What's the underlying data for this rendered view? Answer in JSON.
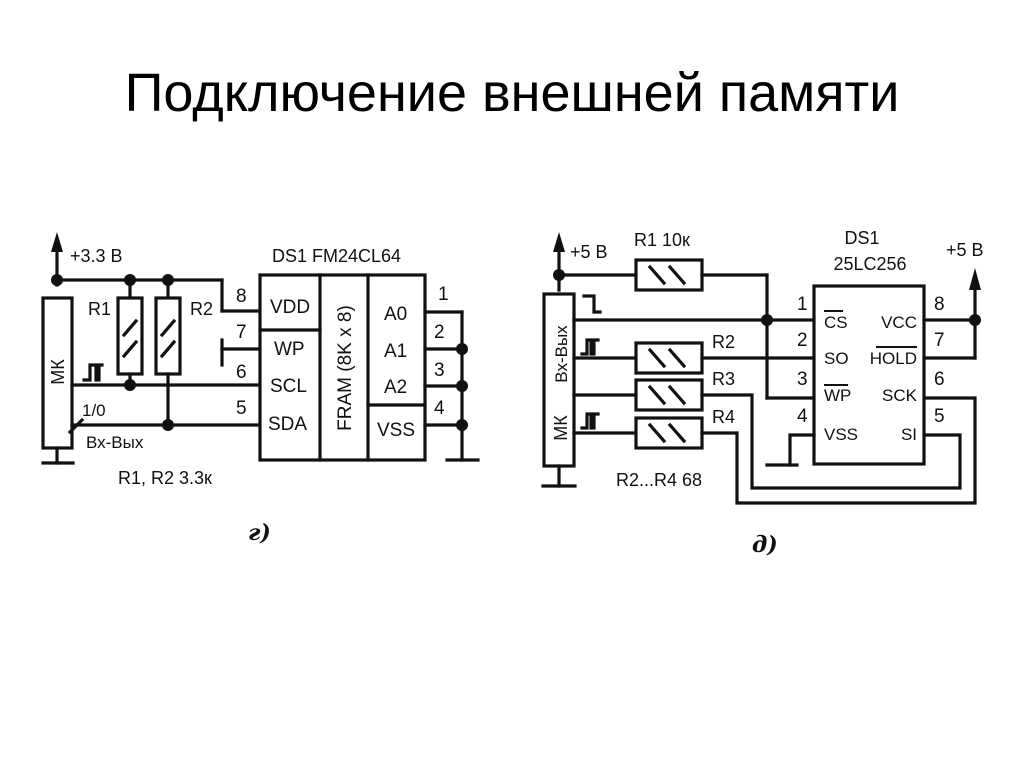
{
  "title": "Подключение внешней памяти",
  "diagrams": [
    {
      "caption": "г)",
      "supply": "+3.3 В",
      "mcu_label": "МК",
      "io_label": "Вх-Вых",
      "io_state": "1/0",
      "resistors": [
        "R1",
        "R2"
      ],
      "resistor_note": "R1, R2 3.3к",
      "chip": {
        "name": "DS1 FM24CL64",
        "type_label": "FRAM (8K x 8)",
        "left_pins": [
          {
            "num": "8",
            "name": "VDD"
          },
          {
            "num": "7",
            "name": "WP"
          },
          {
            "num": "6",
            "name": "SCL"
          },
          {
            "num": "5",
            "name": "SDA"
          }
        ],
        "right_pins": [
          {
            "num": "1",
            "name": "A0"
          },
          {
            "num": "2",
            "name": "A1"
          },
          {
            "num": "3",
            "name": "A2"
          },
          {
            "num": "4",
            "name": "VSS"
          }
        ]
      }
    },
    {
      "caption": "д)",
      "supply_left": "+5 В",
      "supply_right": "+5 В",
      "mcu_label": "МК",
      "io_label": "Вх-Вых",
      "resistors": [
        "R1 10к",
        "R2",
        "R3",
        "R4"
      ],
      "resistor_note": "R2...R4 68",
      "chip": {
        "name": "DS1",
        "part": "25LC256",
        "left_pins": [
          {
            "num": "1",
            "name": "CS"
          },
          {
            "num": "2",
            "name": "SO"
          },
          {
            "num": "3",
            "name": "WP"
          },
          {
            "num": "4",
            "name": "VSS"
          }
        ],
        "right_pins": [
          {
            "num": "8",
            "name": "VCC"
          },
          {
            "num": "7",
            "name": "HOLD"
          },
          {
            "num": "6",
            "name": "SCK"
          },
          {
            "num": "5",
            "name": "SI"
          }
        ]
      }
    }
  ]
}
